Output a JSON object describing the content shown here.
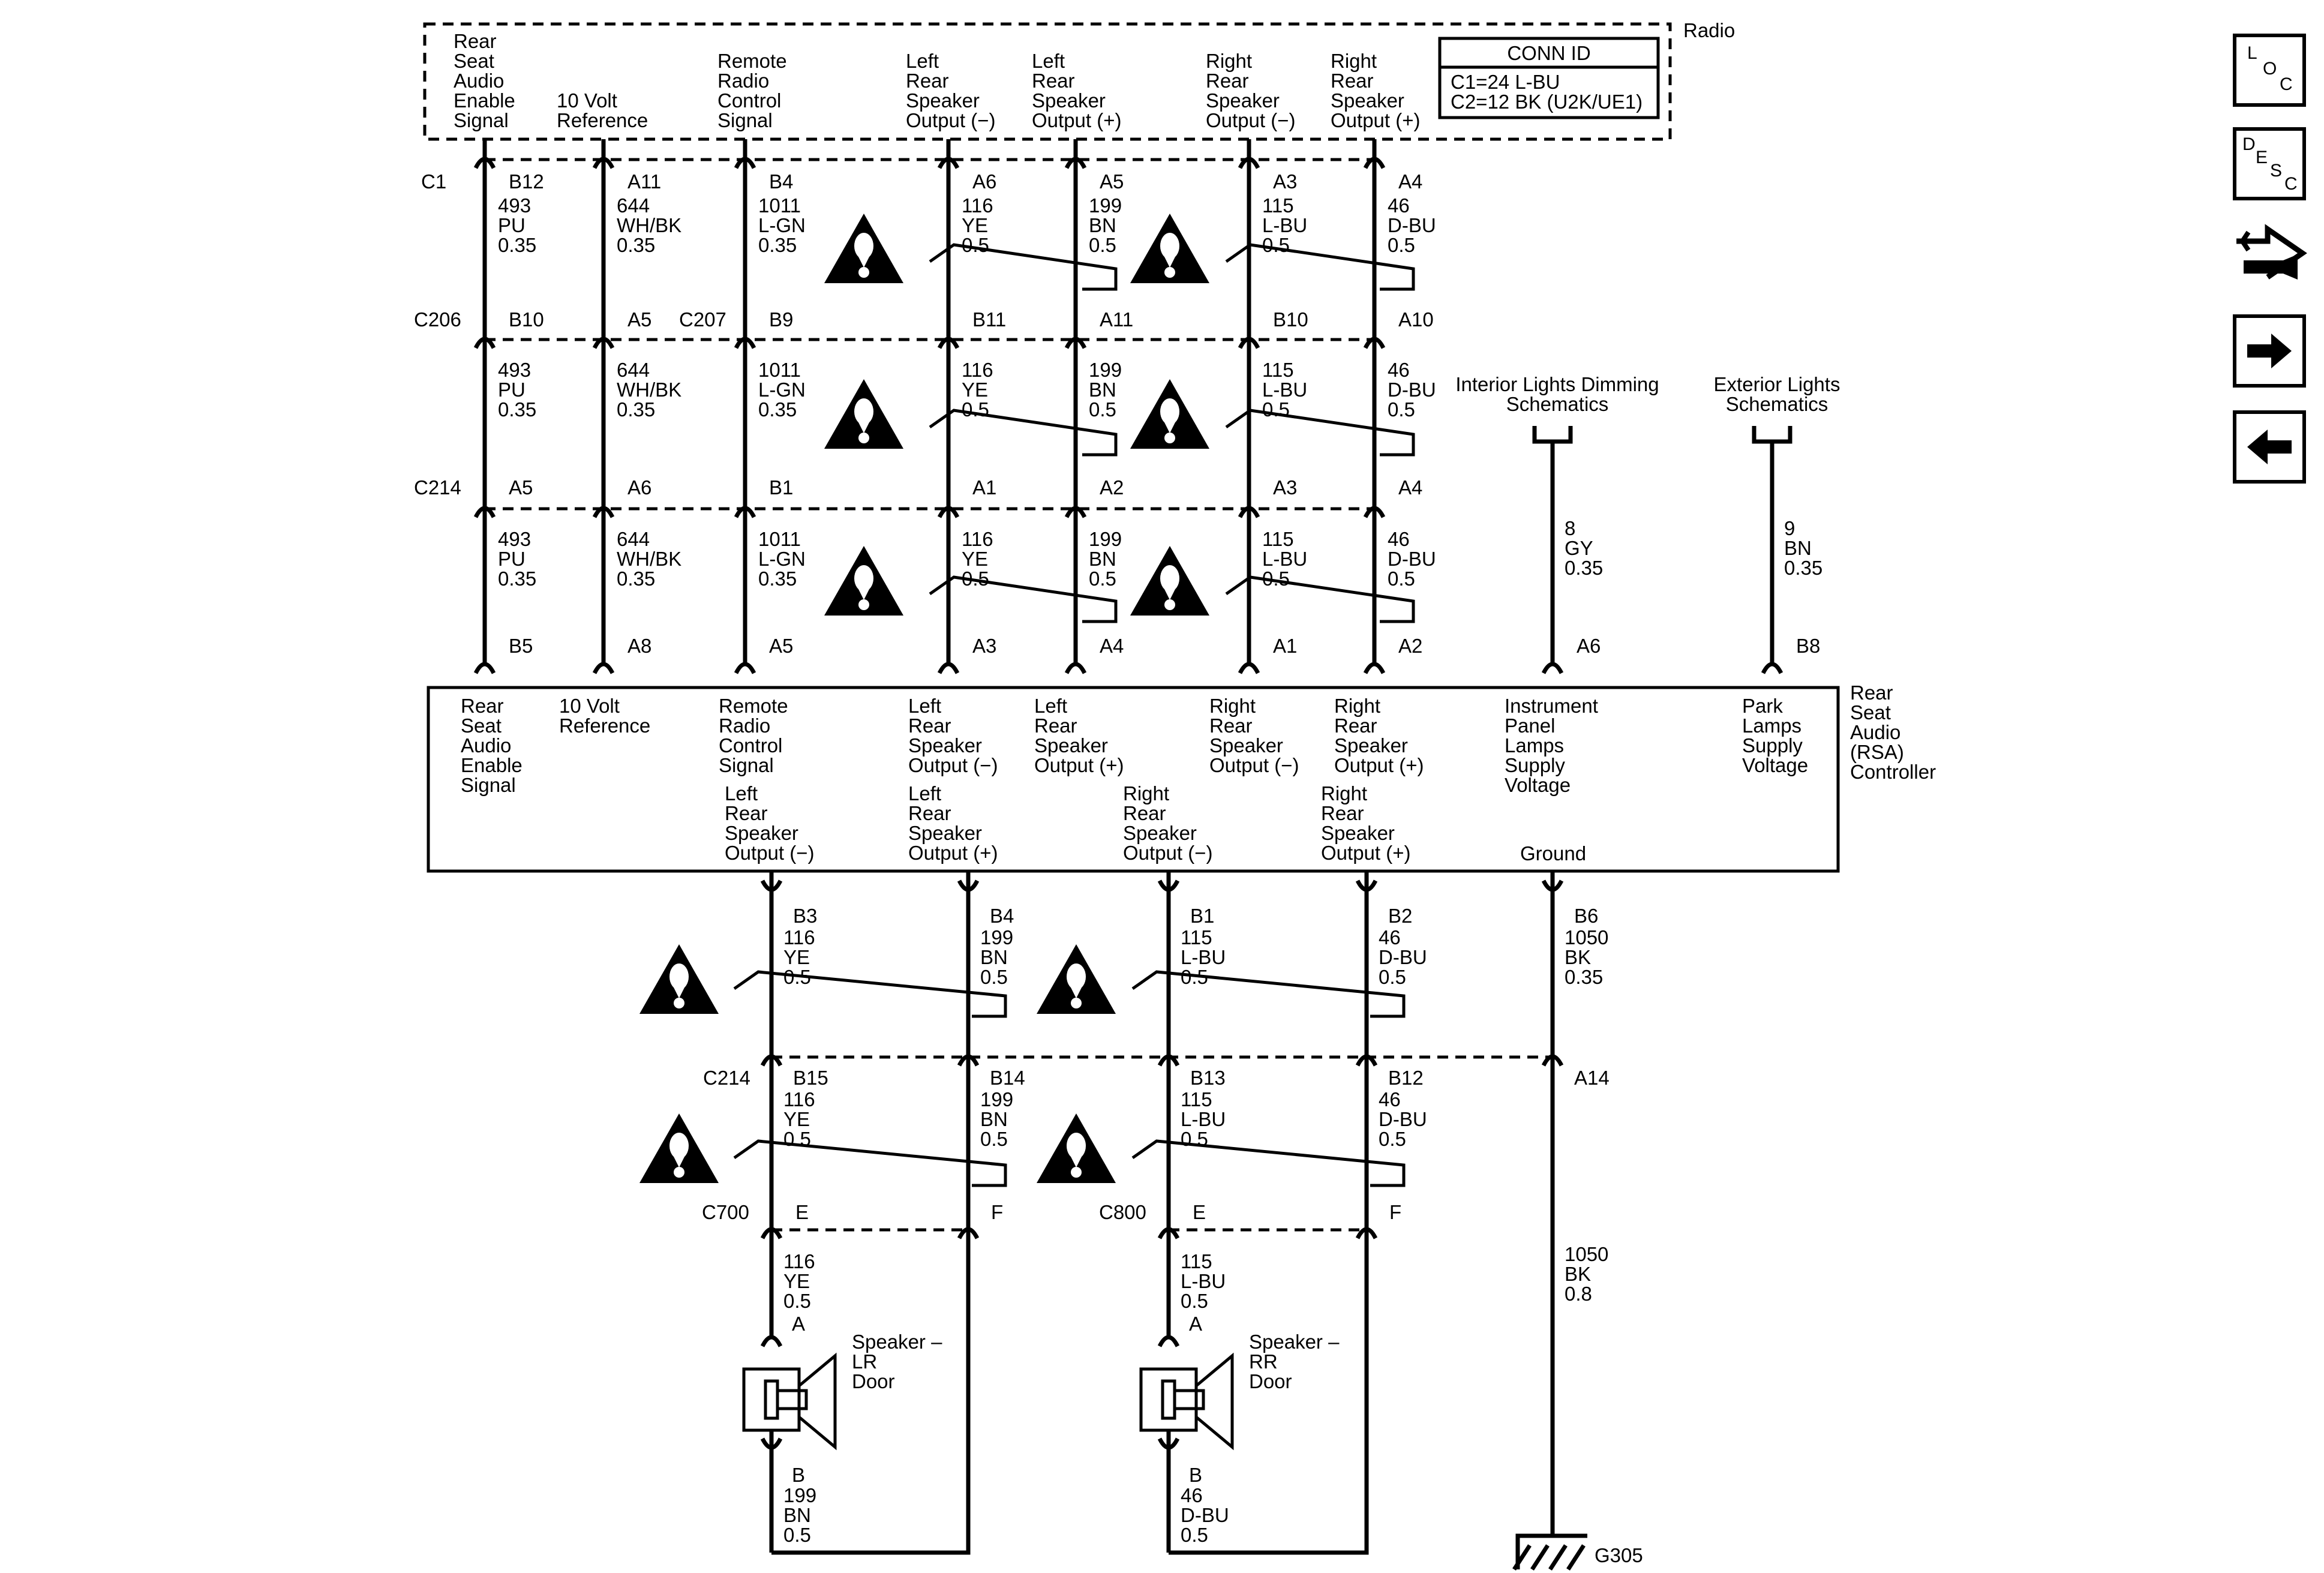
{
  "radio": {
    "name": "Radio",
    "conn_id_title": "CONN ID",
    "conn_id_lines": [
      "C1=24 L-BU",
      "C2=12 BK (U2K/UE1)"
    ],
    "signals": [
      [
        "Rear",
        "Seat",
        "Audio",
        "Enable",
        "Signal"
      ],
      [
        "10 Volt",
        "Reference"
      ],
      [
        "Remote",
        "Radio",
        "Control",
        "Signal"
      ],
      [
        "Left",
        "Rear",
        "Speaker",
        "Output (−)"
      ],
      [
        "Left",
        "Rear",
        "Speaker",
        "Output (+)"
      ],
      [
        "Right",
        "Rear",
        "Speaker",
        "Output (−)"
      ],
      [
        "Right",
        "Rear",
        "Speaker",
        "Output (+)"
      ]
    ]
  },
  "connectors": [
    "C1",
    "C206",
    "C207",
    "C214",
    "C214",
    "C700",
    "C800"
  ],
  "upper_pins": [
    [
      "B12",
      "A11",
      "B4",
      "A6",
      "A5",
      "A3",
      "A4"
    ],
    [
      "B10",
      "A5",
      "B9",
      "B11",
      "A11",
      "B10",
      "A10"
    ],
    [
      "A5",
      "A6",
      "B1",
      "A1",
      "A2",
      "A3",
      "A4"
    ],
    [
      "B5",
      "A8",
      "A5",
      "A3",
      "A4",
      "A1",
      "A2"
    ]
  ],
  "upper_wires": [
    [
      "493",
      "PU",
      "0.35"
    ],
    [
      "644",
      "WH/BK",
      "0.35"
    ],
    [
      "1011",
      "L-GN",
      "0.35"
    ],
    [
      "116",
      "YE",
      "0.5"
    ],
    [
      "199",
      "BN",
      "0.5"
    ],
    [
      "115",
      "L-BU",
      "0.5"
    ],
    [
      "46",
      "D-BU",
      "0.5"
    ]
  ],
  "dimming": {
    "title": [
      "Interior Lights Dimming",
      "Schematics"
    ],
    "wire": [
      "8",
      "GY",
      "0.35"
    ],
    "pin": "A6"
  },
  "exterior": {
    "title": [
      "Exterior Lights",
      "Schematics"
    ],
    "wire": [
      "9",
      "BN",
      "0.35"
    ],
    "pin": "B8"
  },
  "rsa": {
    "name": [
      "Rear",
      "Seat",
      "Audio",
      "(RSA)",
      "Controller"
    ],
    "top_labels": [
      [
        "Rear",
        "Seat",
        "Audio",
        "Enable",
        "Signal"
      ],
      [
        "10 Volt",
        "Reference"
      ],
      [
        "Remote",
        "Radio",
        "Control",
        "Signal"
      ],
      [
        "Left",
        "Rear",
        "Speaker",
        "Output (−)"
      ],
      [
        "Left",
        "Rear",
        "Speaker",
        "Output (+)"
      ],
      [
        "Right",
        "Rear",
        "Speaker",
        "Output (−)"
      ],
      [
        "Right",
        "Rear",
        "Speaker",
        "Output (+)"
      ],
      [
        "Instrument",
        "Panel",
        "Lamps",
        "Supply",
        "Voltage"
      ],
      [
        "Park",
        "Lamps",
        "Supply",
        "Voltage"
      ]
    ],
    "bottom_labels": [
      [
        "Left",
        "Rear",
        "Speaker",
        "Output (−)"
      ],
      [
        "Left",
        "Rear",
        "Speaker",
        "Output (+)"
      ],
      [
        "Right",
        "Rear",
        "Speaker",
        "Output (−)"
      ],
      [
        "Right",
        "Rear",
        "Speaker",
        "Output (+)"
      ],
      [
        "Ground"
      ]
    ]
  },
  "lower_pins_out": [
    "B3",
    "B4",
    "B1",
    "B2",
    "B6"
  ],
  "lower_wires": [
    [
      "116",
      "YE",
      "0.5"
    ],
    [
      "199",
      "BN",
      "0.5"
    ],
    [
      "115",
      "L-BU",
      "0.5"
    ],
    [
      "46",
      "D-BU",
      "0.5"
    ],
    [
      "1050",
      "BK",
      "0.35"
    ]
  ],
  "c214_lower_pins": [
    "B15",
    "B14",
    "B13",
    "B12",
    "A14"
  ],
  "c700_pins": [
    "E",
    "F"
  ],
  "c800_pins": [
    "E",
    "F"
  ],
  "lr_speaker": {
    "name": [
      "Speaker –",
      "LR",
      "Door"
    ],
    "pin_a": "A",
    "pin_b": "B",
    "wire_a": [
      "116",
      "YE",
      "0.5"
    ],
    "wire_b": [
      "199",
      "BN",
      "0.5"
    ]
  },
  "rr_speaker": {
    "name": [
      "Speaker –",
      "RR",
      "Door"
    ],
    "pin_a": "A",
    "pin_b": "B",
    "wire_a": [
      "115",
      "L-BU",
      "0.5"
    ],
    "wire_b": [
      "46",
      "D-BU",
      "0.5"
    ]
  },
  "ground_wire": [
    "1050",
    "BK",
    "0.8"
  ],
  "ground_name": "G305",
  "nav": {
    "loc": [
      "L",
      "O",
      "C"
    ],
    "desc": [
      "D",
      "E",
      "S",
      "C"
    ]
  }
}
